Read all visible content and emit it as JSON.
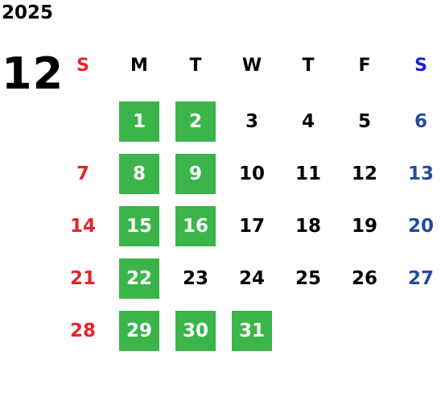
{
  "year": "2025",
  "month": "12",
  "weekdays": [
    "S",
    "M",
    "T",
    "W",
    "T",
    "F",
    "S"
  ],
  "weeks": [
    [
      "",
      "1",
      "2",
      "3",
      "4",
      "5",
      "6"
    ],
    [
      "7",
      "8",
      "9",
      "10",
      "11",
      "12",
      "13"
    ],
    [
      "14",
      "15",
      "16",
      "17",
      "18",
      "19",
      "20"
    ],
    [
      "21",
      "22",
      "23",
      "24",
      "25",
      "26",
      "27"
    ],
    [
      "28",
      "29",
      "30",
      "31",
      "",
      "",
      ""
    ]
  ],
  "highlighted": [
    "1",
    "2",
    "8",
    "9",
    "15",
    "16",
    "22",
    "29",
    "30",
    "31"
  ],
  "colors": {
    "sunday": "#e3262b",
    "saturday_header": "#1c1fd6",
    "saturday": "#264a9c",
    "highlight": "#3bb54a"
  }
}
